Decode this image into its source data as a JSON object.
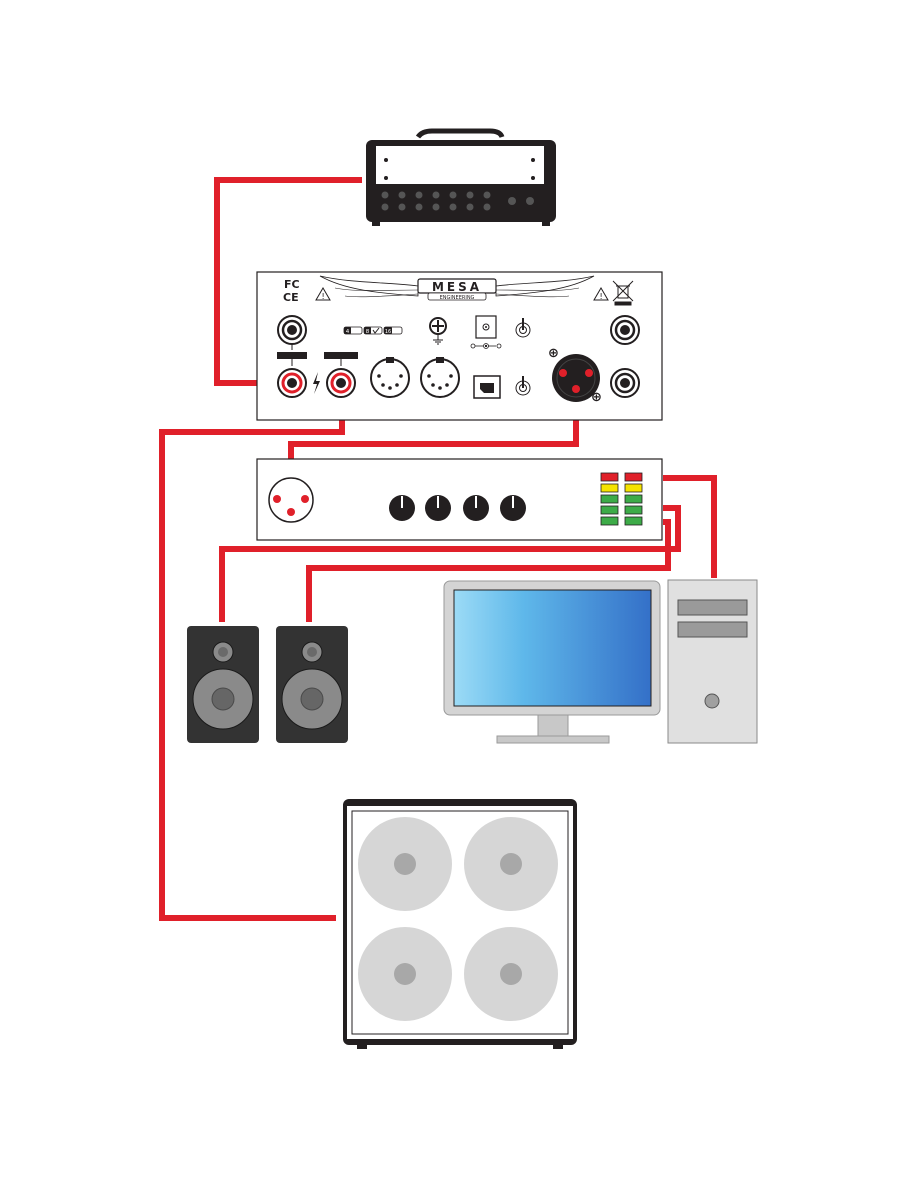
{
  "panel": {
    "brand": "MESA",
    "brand_sub": "ENGINEERING",
    "fcc_mark": "FC",
    "ce_mark": "CE",
    "impedance_labels": [
      "4",
      "8",
      "16"
    ],
    "warning_glyph": "!"
  },
  "colors": {
    "cable": "#e0202a",
    "device_outline": "#231f20",
    "speaker_cone": "#d6d6d6",
    "monitor_screen_light": "#8fd3f2",
    "monitor_screen_dark": "#3a6fc6",
    "meter_red": "#e0202a",
    "meter_yellow": "#f5e300",
    "meter_green": "#3dab48"
  },
  "icons": {
    "amp_head": "amplifier-head-icon",
    "load_box": "mesa-load-box-icon",
    "interface": "audio-interface-icon",
    "monitors": "studio-monitor-icon",
    "computer": "desktop-computer-icon",
    "cabinet": "speaker-cabinet-icon"
  }
}
